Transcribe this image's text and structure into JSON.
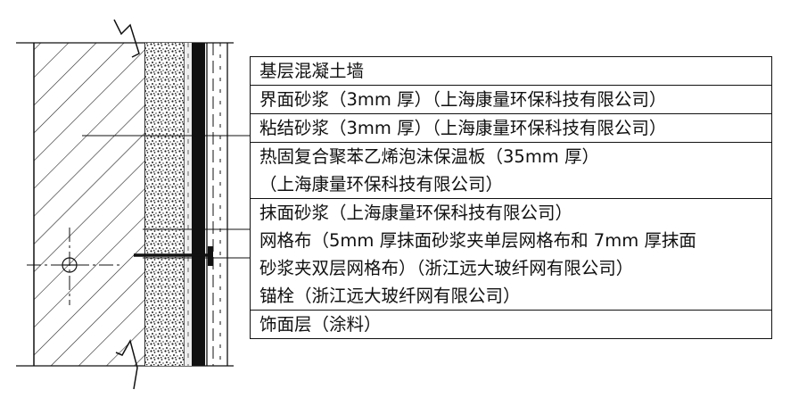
{
  "diagram": {
    "layers": [
      {
        "lines": [
          "基层混凝土墙"
        ]
      },
      {
        "lines": [
          "界面砂浆（3mm 厚）（上海康量环保科技有限公司）"
        ]
      },
      {
        "lines": [
          "粘结砂浆（3mm 厚）（上海康量环保科技有限公司）"
        ]
      },
      {
        "lines": [
          "热固复合聚苯乙烯泡沫保温板（35mm 厚）",
          "（上海康量环保科技有限公司）"
        ]
      },
      {
        "lines": [
          "抹面砂浆（上海康量环保科技有限公司）",
          "网格布（5mm 厚抹面砂浆夹单层网格布和 7mm 厚抹面",
          "砂浆夹双层网格布）（浙江远大玻纤网有限公司）",
          "锚栓（浙江远大玻纤网有限公司）"
        ]
      },
      {
        "lines": [
          "饰面层（涂料）"
        ]
      }
    ],
    "colors": {
      "line": "#111111",
      "insulation": "#f4f4f4",
      "membrane": "#111111"
    }
  }
}
